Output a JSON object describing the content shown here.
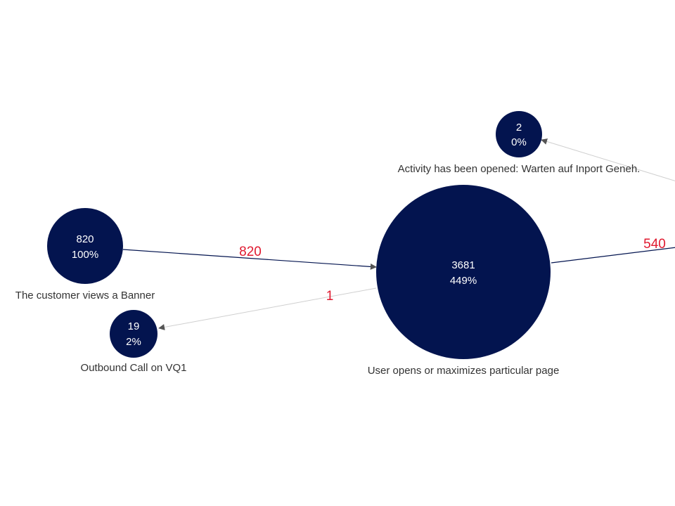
{
  "colors": {
    "node_fill": "#03144f",
    "edge_strong": "#03144f",
    "edge_weak": "#c8c8c8",
    "arrow": "#555555",
    "edge_label": "#e0192f",
    "node_label": "#333333"
  },
  "nodes": {
    "banner": {
      "count": "820",
      "percent": "100%",
      "label": "The customer views a Banner"
    },
    "outbound": {
      "count": "19",
      "percent": "2%",
      "label": "Outbound Call on VQ1"
    },
    "page": {
      "count": "3681",
      "percent": "449%",
      "label": "User opens or maximizes particular page"
    },
    "activity": {
      "count": "2",
      "percent": "0%",
      "label": "Activity has been opened: Warten auf Inport Geneh."
    }
  },
  "edges": {
    "banner_to_page": {
      "label": "820"
    },
    "page_to_outbound": {
      "label": "1"
    },
    "page_to_offscreen": {
      "label": "540"
    },
    "offscreen_to_activity": {
      "label": ""
    }
  }
}
